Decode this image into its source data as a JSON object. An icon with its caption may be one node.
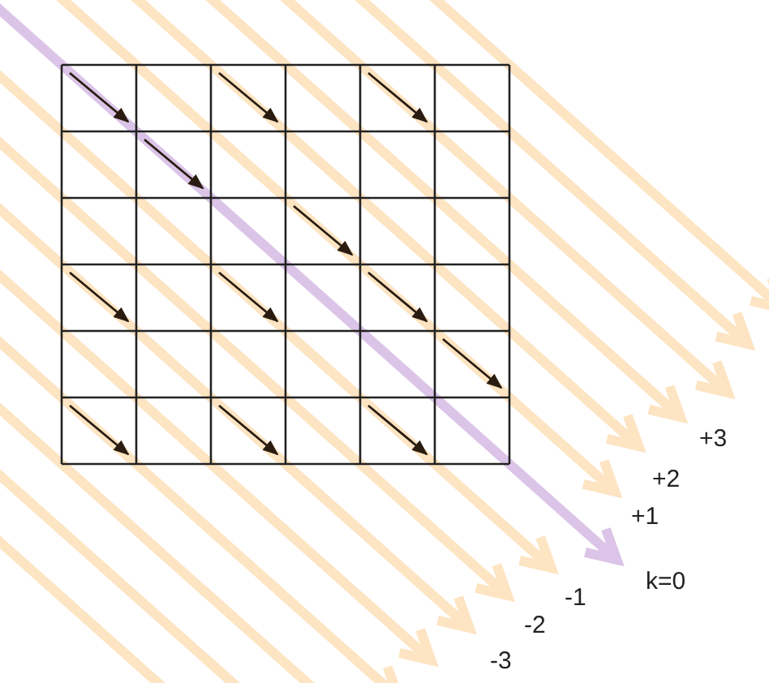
{
  "diagram": {
    "labels": [
      "+3",
      "+2",
      "+1",
      "k=0",
      "-1",
      "-2",
      "-3"
    ]
  }
}
